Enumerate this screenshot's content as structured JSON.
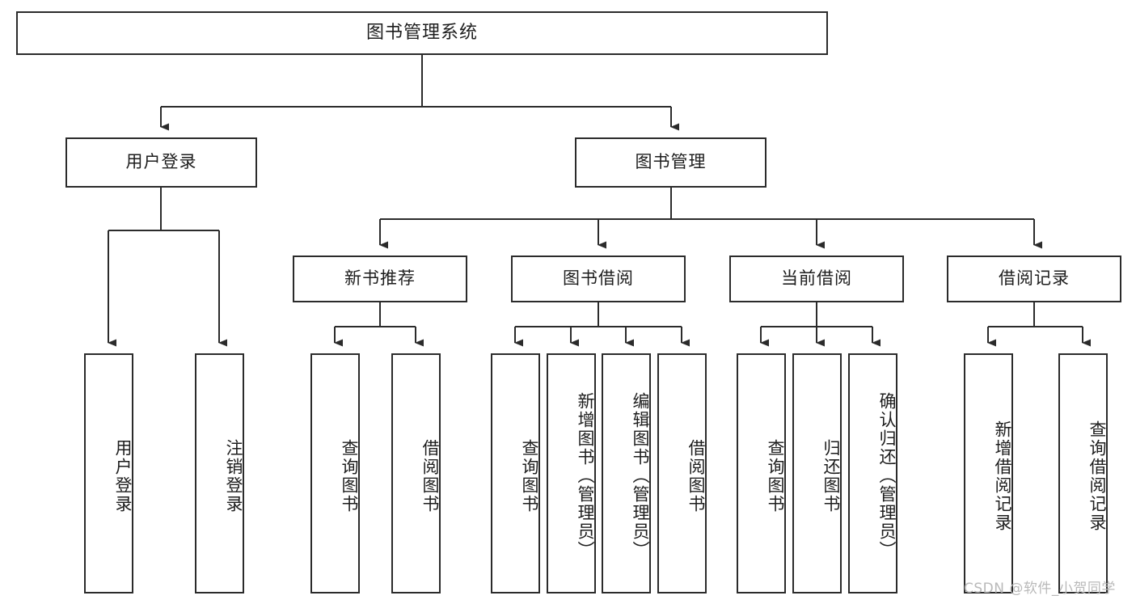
{
  "diagram": {
    "title": "图书管理系统",
    "type": "hierarchy-tree",
    "colors": {
      "box_border": "#2b2b2b",
      "box_fill": "#ffffff",
      "connector": "#2b2b2b",
      "text": "#1d1d1d",
      "watermark": "#b9b9b9",
      "background": "#ffffff"
    },
    "levels": {
      "root": {
        "label": "图书管理系统"
      },
      "level2": [
        {
          "id": "user-login",
          "label": "用户登录"
        },
        {
          "id": "book-management",
          "label": "图书管理"
        }
      ],
      "level3": [
        {
          "id": "new-book-recommend",
          "label": "新书推荐",
          "parent": "book-management"
        },
        {
          "id": "book-borrow",
          "label": "图书借阅",
          "parent": "book-management"
        },
        {
          "id": "current-borrow",
          "label": "当前借阅",
          "parent": "book-management"
        },
        {
          "id": "borrow-record",
          "label": "借阅记录",
          "parent": "book-management"
        }
      ],
      "leaves": [
        {
          "id": "leaf-user-login",
          "label": "用户登录",
          "parent": "user-login"
        },
        {
          "id": "leaf-logout-login",
          "label": "注销登录",
          "parent": "user-login"
        },
        {
          "id": "leaf-query-book-1",
          "label": "查询图书",
          "parent": "new-book-recommend"
        },
        {
          "id": "leaf-borrow-book-1",
          "label": "借阅图书",
          "parent": "new-book-recommend"
        },
        {
          "id": "leaf-query-book-2",
          "label": "查询图书",
          "parent": "book-borrow"
        },
        {
          "id": "leaf-add-book",
          "label": "新增图书（管理员）",
          "parent": "book-borrow"
        },
        {
          "id": "leaf-edit-book",
          "label": "编辑图书（管理员）",
          "parent": "book-borrow"
        },
        {
          "id": "leaf-borrow-book-2",
          "label": "借阅图书",
          "parent": "book-borrow"
        },
        {
          "id": "leaf-query-book-3",
          "label": "查询图书",
          "parent": "current-borrow"
        },
        {
          "id": "leaf-return-book",
          "label": "归还图书",
          "parent": "current-borrow"
        },
        {
          "id": "leaf-confirm-return",
          "label": "确认归还（管理员）",
          "parent": "current-borrow"
        },
        {
          "id": "leaf-add-record",
          "label": "新增借阅记录",
          "parent": "borrow-record"
        },
        {
          "id": "leaf-query-record",
          "label": "查询借阅记录",
          "parent": "borrow-record"
        }
      ]
    }
  },
  "watermark": {
    "text": "CSDN @软件_小贺同学"
  }
}
